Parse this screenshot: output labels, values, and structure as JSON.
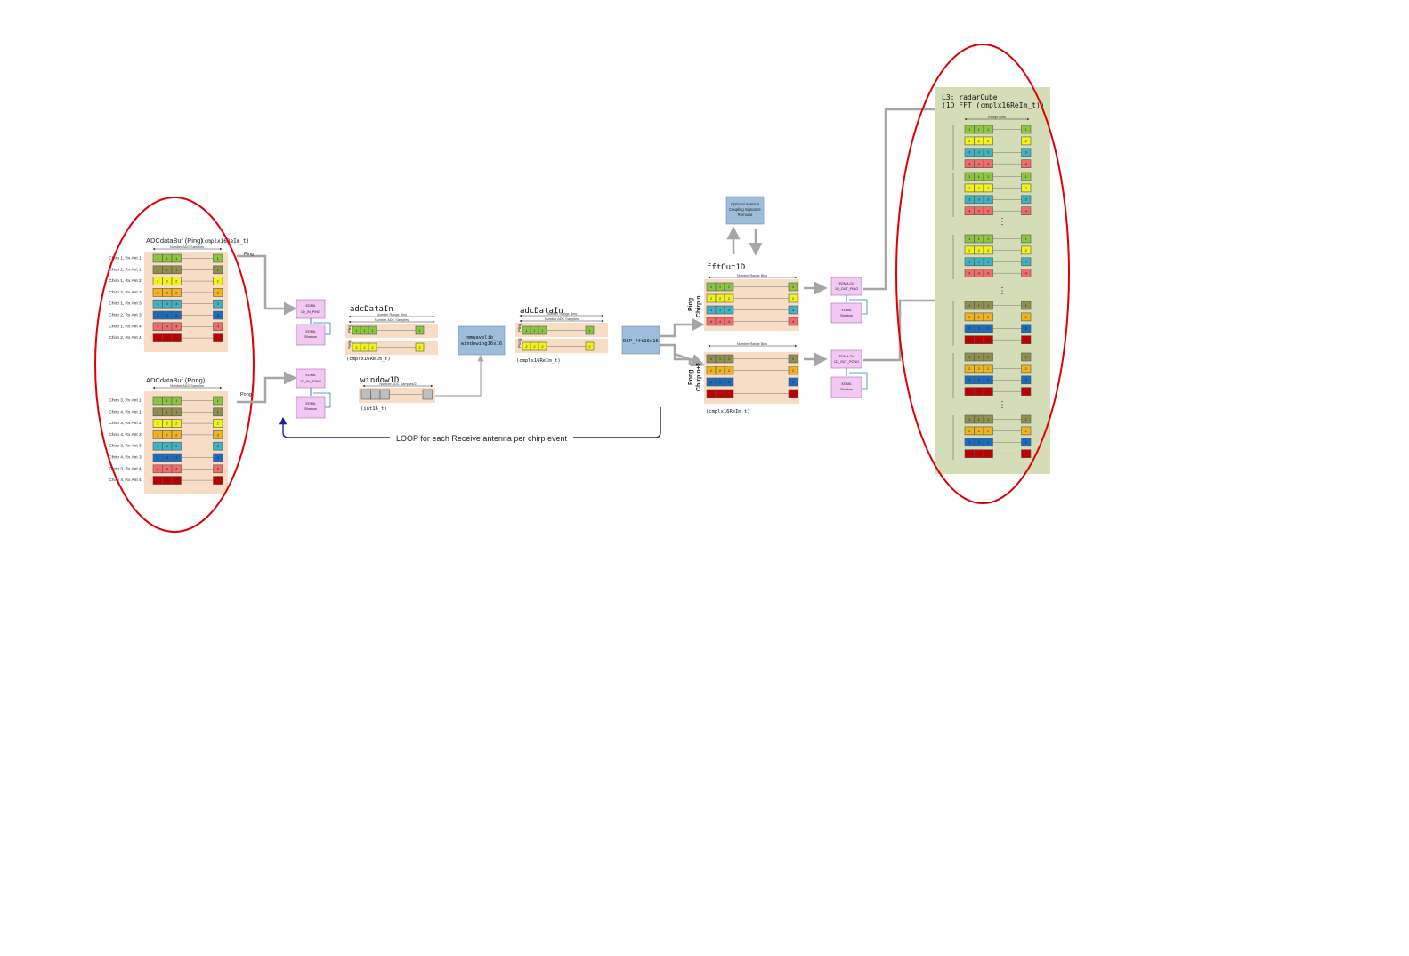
{
  "ping_buffer": {
    "title": "ADCdataBuf (Ping)",
    "type": "(cmplx16ReIm_t)",
    "dimension": "Number ADC Samples",
    "rows": [
      "Chirp 1, Rx Ant 1:",
      "Chirp 2, Rx Ant 1:",
      "Chirp 1, Rx Ant 2:",
      "Chirp 2, Rx Ant 2:",
      "Chirp 1, Rx Ant 3:",
      "Chirp 2, Rx Ant 3:",
      "Chirp 1, Rx Ant 4:",
      "Chirp 2, Rx Ant 4:"
    ]
  },
  "pong_buffer": {
    "title": "ADCdataBuf (Pong)",
    "dimension": "Number ADC Samples",
    "rows": [
      "Chirp 3, Rx Ant 1:",
      "Chirp 4, Rx Ant 1:",
      "Chirp 3, Rx Ant 2:",
      "Chirp 4, Rx Ant 2:",
      "Chirp 3, Rx Ant 3:",
      "Chirp 4, Rx Ant 3:",
      "Chirp 3, Rx Ant 4:",
      "Chirp 4, Rx Ant 4:"
    ]
  },
  "labels": {
    "ping": "Ping",
    "pong": "Pong",
    "loop": "LOOP for each Receive antenna per chirp event"
  },
  "edma_in": {
    "ping_title": "EDMA",
    "ping_channel": "1D_IN_PING",
    "pong_title": "EDMA",
    "pong_channel": "1D_IN_PONG",
    "shadow_line1": "EDMA",
    "shadow_line2": "Shadow"
  },
  "adc_in_1": {
    "title": "adcDataIn",
    "dim1": "Number Range Bins",
    "dim2": "Number ADC Samples",
    "ping": "Ping",
    "pong": "Pong",
    "type": "(cmplx16ReIm_t)"
  },
  "window": {
    "title": "window1D",
    "dim": "Number ADC Samples/2",
    "type": "(int16_t)"
  },
  "windowing": {
    "line1": "mmwavelib_",
    "line2": "windowing16x16"
  },
  "adc_in_2": {
    "title": "adcDataIn",
    "dim1": "Number Range Bins",
    "dim2": "Number ADC Samples",
    "ping": "Ping",
    "pong": "Pong",
    "type": "(cmplx16ReIm_t)"
  },
  "fft": {
    "label": "DSP_fft16x16"
  },
  "fft_out": {
    "title": "fftOut1D",
    "dim": "Number Range Bins",
    "ping_label1": "Ping",
    "ping_label2": "Chirp n",
    "pong_label1": "Pong",
    "pong_label2": "Chirp n+1",
    "type": "(cmplx16ReIm_t)"
  },
  "coupling": {
    "line1": "Optional Antenna",
    "line2": "Coupling Signature",
    "line3": "Removal"
  },
  "edma_out": {
    "title": "EDMA Ch",
    "ping_channel": "1D_OUT_PING",
    "pong_channel": "1D_OUT_PONG",
    "shadow_line1": "EDMA",
    "shadow_line2": "Shadow"
  },
  "radar_cube": {
    "title": "L3: radarCube",
    "subtitle": "(1D FFT (cmplx16ReIm_t))",
    "dim": "Range Bins",
    "dots": "·\n·\n·"
  },
  "colors": {
    "green": "#8cc63f",
    "olive": "#8f8f4f",
    "yellow": "#f2f21c",
    "amber": "#f0b41e",
    "teal": "#3fb3c2",
    "blue": "#1b6cbf",
    "salmon": "#f26a6a",
    "red": "#c00000",
    "buffer_bg": "#f7dcc6",
    "cube_bg": "#d5dcb8",
    "edma_bg": "#f4c8f4",
    "proc_bg": "#9dbddb",
    "arrow": "#a6a6a6",
    "loop": "#1f1fa0",
    "ellipse": "#e00000"
  }
}
